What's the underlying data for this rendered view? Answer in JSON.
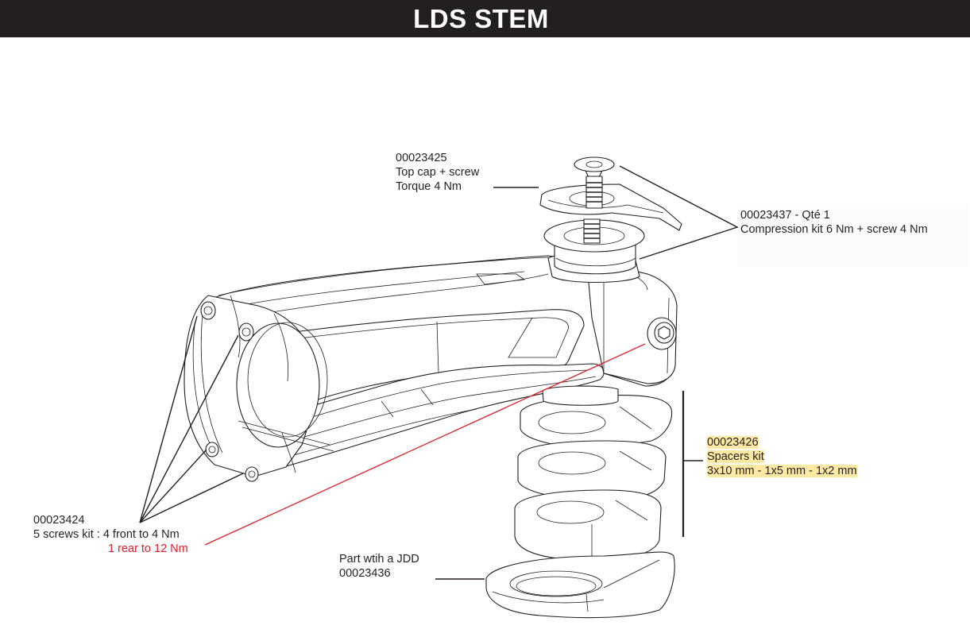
{
  "header": {
    "title": "LDS STEM",
    "background": "#231f20",
    "text_color": "#ffffff"
  },
  "callouts": {
    "top_cap": {
      "part_number": "00023425",
      "description": "Top cap + screw",
      "torque": "Torque 4 Nm"
    },
    "compression_kit": {
      "part_number": "00023437 - Qté 1",
      "description": "Compression kit 6 Nm + screw  4 Nm"
    },
    "spacers_kit": {
      "part_number": "00023426",
      "description": "Spacers kit",
      "sizes": "3x10 mm - 1x5 mm - 1x2 mm",
      "highlight_color": "#fde9a3"
    },
    "screws_kit": {
      "part_number": "00023424",
      "description": "5 screws kit : 4 front to 4 Nm",
      "rear_note": "1 rear to 12 Nm",
      "rear_note_color": "#e0202a"
    },
    "jdd_part": {
      "description": "Part wtih a JDD",
      "part_number": "00023436"
    }
  },
  "drawing": {
    "parts": [
      "top-cap-screw",
      "top-cap",
      "compression-plug",
      "stem-body",
      "faceplate",
      "faceplate-screws",
      "rear-clamp-screw",
      "spacer-10mm-1",
      "spacer-10mm-2",
      "spacer-10mm-3",
      "jdd-base-part"
    ]
  }
}
